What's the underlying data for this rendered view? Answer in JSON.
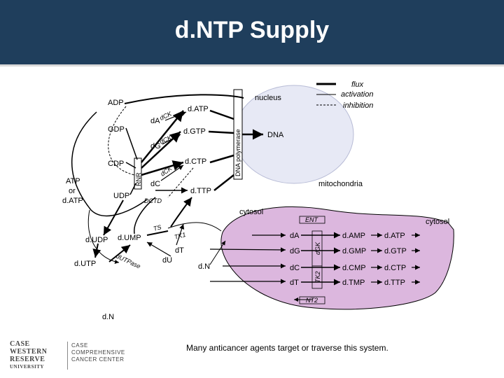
{
  "header": {
    "title": "d.NTP Supply"
  },
  "legend": {
    "flux": "flux",
    "activation": "activation",
    "inhibition": "inhibition"
  },
  "compartments": {
    "nucleus": "nucleus",
    "mitochondria": "mitochondria",
    "cytosol_left": "cytosol",
    "cytosol_right": "cytosol"
  },
  "enzymes": {
    "dna_polymerase": "DNA polymerase",
    "rnr": "RNR",
    "dck1": "dCK",
    "dck2": "dCK",
    "dck3": "dCK",
    "dctd": "DCTD",
    "ts": "TS",
    "tk1": "TK1",
    "dutpase": "dUTPase",
    "ent": "ENT",
    "dgk": "dGK",
    "tk2": "TK2",
    "nt2": "NT2"
  },
  "metabolites": {
    "adp": "ADP",
    "gdp": "GDP",
    "cdp": "CDP",
    "udp": "UDP",
    "atp_or": "ATP",
    "or": "or",
    "datp_left": "d.ATP",
    "da": "dA",
    "datp": "d.ATP",
    "dg": "dG",
    "dgtp": "d.GTP",
    "dc": "dC",
    "dctp": "d.CTP",
    "dttp": "d.TTP",
    "dudp": "d.UDP",
    "dump": "d.UMP",
    "dutp": "d.UTP",
    "du": "dU",
    "dt": "dT",
    "dn_mid": "d.N",
    "dna": "DNA",
    "m_da": "dA",
    "m_dg": "dG",
    "m_dc": "dC",
    "m_dt": "dT",
    "m_damp": "d.AMP",
    "m_dgmp": "d.GMP",
    "m_dcmp": "d.CMP",
    "m_dtmp": "d.TMP",
    "m_datp": "d.ATP",
    "m_dgtp": "d.GTP",
    "m_dctp": "d.CTP",
    "m_dttp": "d.TTP",
    "dn_bottom": "d.N"
  },
  "logo": {
    "line1": "CASE",
    "line2": "WESTERN",
    "line3": "RESERVE",
    "line4": "UNIVERSITY",
    "c1": "CASE",
    "c2": "COMPREHENSIVE",
    "c3": "CANCER CENTER"
  },
  "footer": {
    "note": "Many anticancer agents target or traverse this system."
  },
  "colors": {
    "header_bg": "#1f3e5c",
    "mito_fill": "#dcb7de",
    "nucleus_fill": "#e7e9f5"
  }
}
